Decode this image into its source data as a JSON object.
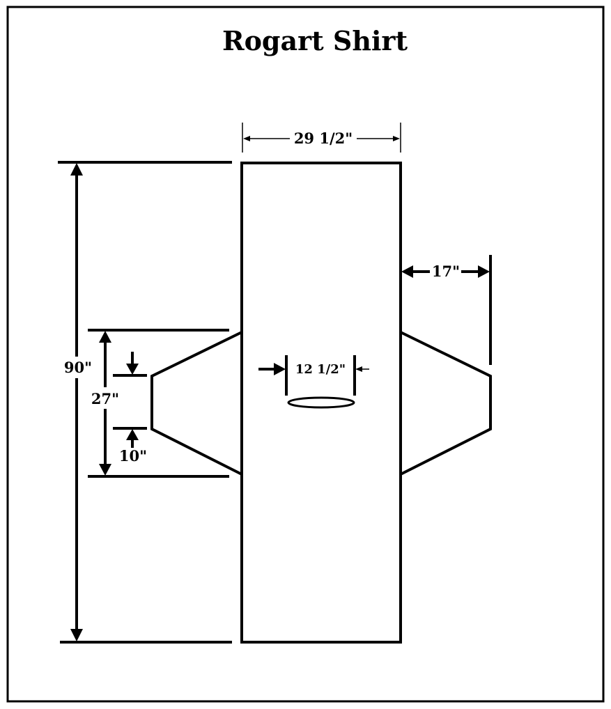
{
  "title": "Rogart Shirt",
  "dimensions": {
    "body_width": "29 1/2\"",
    "sleeve_length": "17\"",
    "body_length": "90\"",
    "sleeve_join": "27\"",
    "cuff": "10\"",
    "neck_opening": "12 1/2\""
  }
}
